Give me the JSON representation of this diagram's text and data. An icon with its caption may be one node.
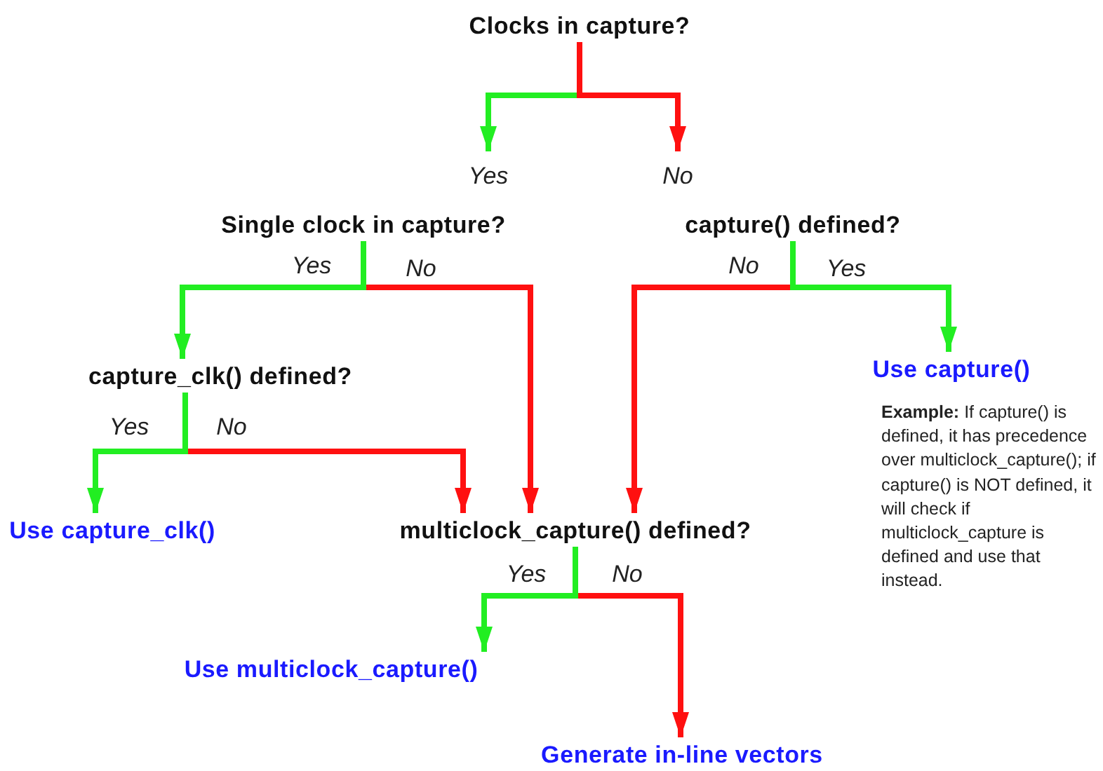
{
  "diagram": {
    "nodes": [
      {
        "text": [
          "Clocks in capture?"
        ]
      },
      {
        "text": [
          "Single clock in capture?"
        ]
      },
      {
        "text": [
          "capture() defined?"
        ]
      },
      {
        "text": [
          "capture_clk() defined?"
        ]
      },
      {
        "text": [
          "Use capture()"
        ]
      },
      {
        "text": [
          "Use capture_clk()"
        ]
      },
      {
        "text": [
          "multiclock_capture() defined?"
        ]
      },
      {
        "text": [
          "Use multiclock_capture()"
        ]
      },
      {
        "text": [
          "Generate in-line vectors"
        ]
      }
    ],
    "edges": [
      {
        "from": 0,
        "to": 1,
        "arrow": "to",
        "label": "Yes",
        "color": "#22ee22"
      },
      {
        "from": 0,
        "to": 2,
        "arrow": "to",
        "label": "No",
        "color": "#ff1010"
      },
      {
        "from": 1,
        "to": 6,
        "arrow": "to",
        "label": "No",
        "color": "#ff1010"
      },
      {
        "from": 1,
        "to": 3,
        "arrow": "to",
        "label": "Yes",
        "color": "#22ee22"
      },
      {
        "from": 2,
        "to": 6,
        "arrow": "to",
        "label": "No",
        "color": "#ff1010"
      },
      {
        "from": 2,
        "to": 4,
        "arrow": "to",
        "label": "Yes",
        "color": "#22ee22"
      },
      {
        "from": 3,
        "to": 6,
        "arrow": "to",
        "label": "No",
        "color": "#ff1010"
      },
      {
        "from": 3,
        "to": 5,
        "arrow": "to",
        "label": "Yes",
        "color": "#22ee22"
      },
      {
        "from": 6,
        "to": 8,
        "arrow": "to",
        "label": "No",
        "color": "#ff1010"
      },
      {
        "from": 6,
        "to": 7,
        "arrow": "to",
        "label": "Yes",
        "color": "#22ee22"
      }
    ],
    "labels": [
      "**Example:** If capture() is defined, it has precedence over multiclock_capture(); if capture() is NOT defined, it will check if multiclock_capture is defined and use that instead."
    ]
  }
}
